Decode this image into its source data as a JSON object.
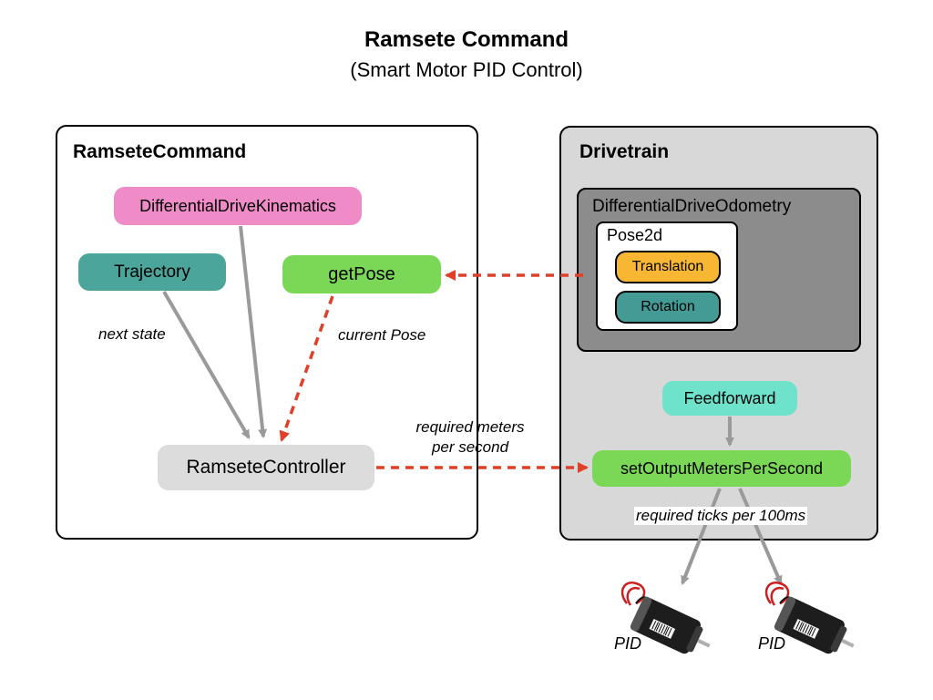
{
  "title": "Ramsete Command",
  "subtitle": "(Smart Motor PID Control)",
  "containers": {
    "ramsete_command": "RamseteCommand",
    "drivetrain": "Drivetrain",
    "odometry": "DifferentialDriveOdometry",
    "pose2d": "Pose2d"
  },
  "nodes": {
    "kinematics": "DifferentialDriveKinematics",
    "trajectory": "Trajectory",
    "get_pose": "getPose",
    "ramsete_controller": "RamseteController",
    "translation": "Translation",
    "rotation": "Rotation",
    "feedforward": "Feedforward",
    "set_output": "setOutputMetersPerSecond"
  },
  "edge_labels": {
    "next_state": "next state",
    "current_pose": "current Pose",
    "required_meters": "required meters per second",
    "required_ticks": "required ticks per 100ms"
  },
  "motors": [
    {
      "label": "PID"
    },
    {
      "label": "PID"
    }
  ],
  "colors": {
    "kinematics": "#ef8cc8",
    "trajectory": "#4ca59a",
    "get_pose": "#7bd857",
    "ramsete_controller": "#dcdcdc",
    "translation": "#f7b733",
    "rotation": "#449b96",
    "feedforward": "#6fe2cb",
    "set_output": "#7bd857",
    "solid_arrow": "#9a9a9a",
    "dashed_arrow": "#e0402a"
  }
}
